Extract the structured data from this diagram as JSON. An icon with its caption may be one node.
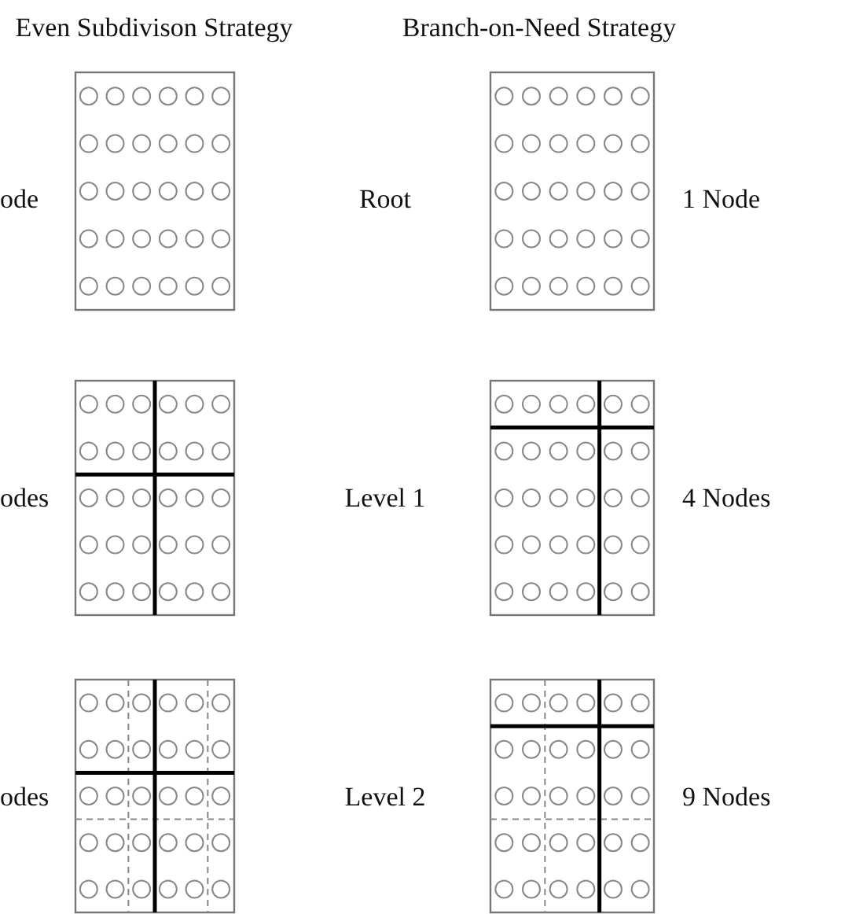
{
  "diagram": {
    "labels": [
      "Even Subdivison Strategy",
      "Branch-on-Need Strategy",
      "ode",
      "Root",
      "1 Node",
      "odes",
      "Level 1",
      "4 Nodes",
      "odes",
      "Level 2",
      "9 Nodes"
    ]
  }
}
